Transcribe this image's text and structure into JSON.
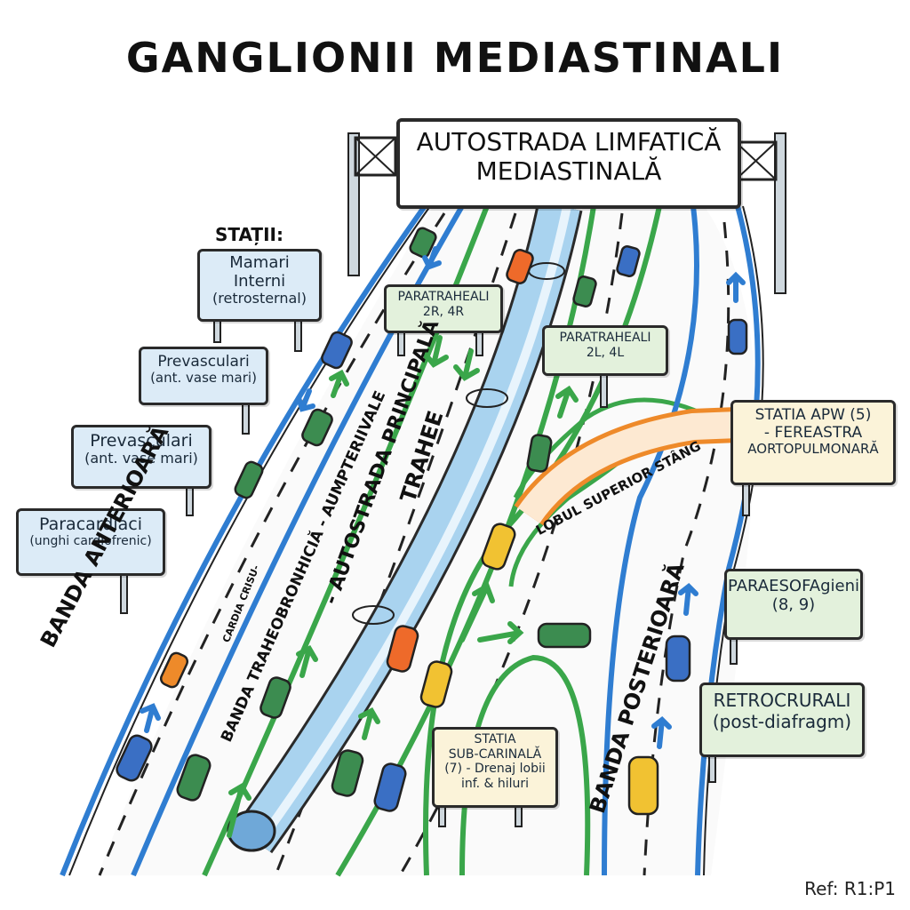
{
  "title": "GANGLIONII MEDIASTINALI",
  "gantry": {
    "line1": "AUTOSTRADA LIMFATICĂ",
    "line2": "MEDIASTINALĂ"
  },
  "stations_heading": "STAȚII:",
  "signs_left": [
    {
      "line1": "Mamari",
      "line2": "Interni",
      "line3": "(retrosternal)"
    },
    {
      "line1": "Prevasculari",
      "line2": "(ant. vase mari)"
    },
    {
      "line1": "Prevasculari",
      "line2": "(ant. vase mari)"
    },
    {
      "line1": "Paracardiaci",
      "line2": "(unghi cardiofrenic)"
    }
  ],
  "signs_middle": {
    "paratraheal_right": {
      "line1": "PARATRAHEALI",
      "line2": "2R, 4R"
    },
    "paratraheal_left": {
      "line1": "PARATRAHEALI",
      "line2": "2L, 4L"
    },
    "subcarinal": {
      "line1": "STATIA",
      "line2": "SUB-CARINALĂ",
      "line3": "(7) - Drenaj lobii",
      "line4": "inf. & hiluri"
    }
  },
  "signs_right": {
    "apw": {
      "line1": "STATIA APW (5)",
      "line2": "- FEREASTRA",
      "line3": "AORTOPULMONARĂ"
    },
    "paraesofagieni": {
      "line1": "PARAESOFAgieni",
      "line2": "(8, 9)"
    },
    "retrocrurali": {
      "line1": "RETROCRURALI",
      "line2": "(post-diafragm)"
    }
  },
  "road_labels": {
    "anterior": "BANDA ANTERIOARĂ",
    "anterior_small": "CARDIA CRISU-",
    "tracheobronchial": "BANDA TRAHEOBRONHICIĂ - AUMPTERIIVALE",
    "main": "- AUTOSTRADA PRINCIPALĂ",
    "trachea": "TRAHEE",
    "posterior": "BANDA POSTERIOARĂ",
    "lobe": "LOBUL SUPERIOR STÂNG"
  },
  "ref": "Ref: R1:P1",
  "colors": {
    "blue_line": "#2f7dd1",
    "green_line": "#3aa64a",
    "orange_band": "#ee8a2a",
    "trachea": "#a9d3ef",
    "sign_blue": "#dcebf7",
    "sign_green": "#e3f1dc",
    "sign_cream": "#fbf3d9"
  }
}
